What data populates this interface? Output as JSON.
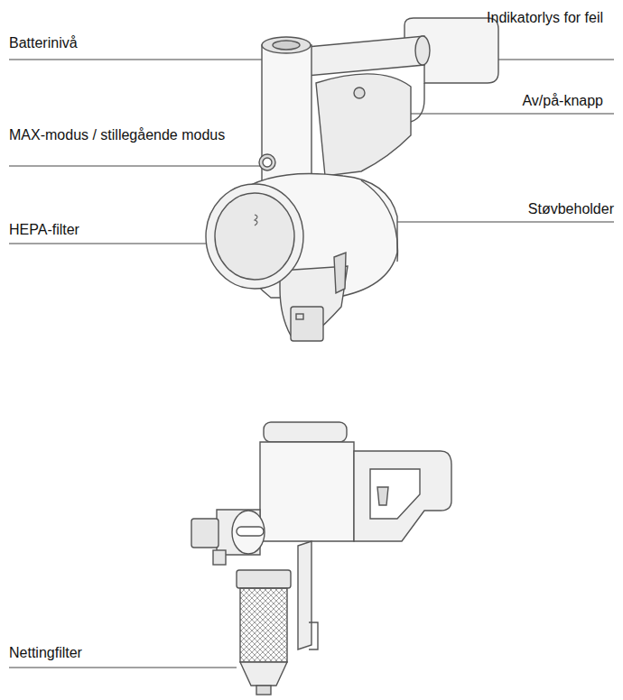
{
  "diagram": {
    "labels": [
      "Indikatorlys for feil",
      "Batterinivå",
      "Av/på-knapp",
      "MAX-modus / stillegående modus",
      "HEPA-filter",
      "Støvbeholder",
      "Nettingfilter"
    ]
  }
}
